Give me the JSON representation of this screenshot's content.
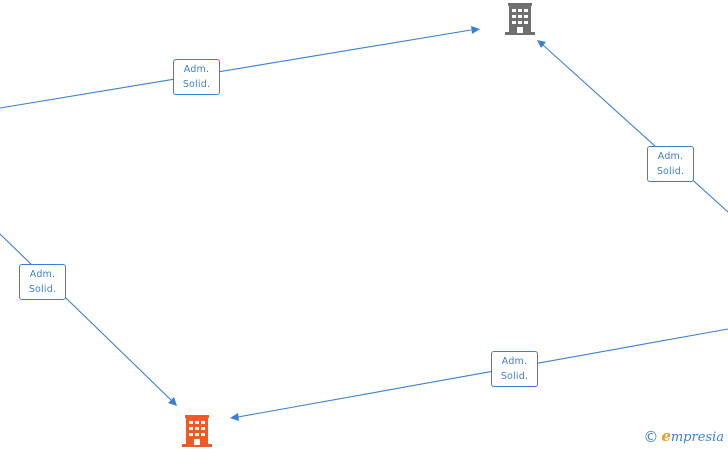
{
  "diagram": {
    "nodes": [
      {
        "id": "company-top",
        "icon": "building-icon",
        "color": "#6f6f6f"
      },
      {
        "id": "company-bottom",
        "icon": "building-icon",
        "color": "#f05a28"
      }
    ],
    "edges": [
      {
        "id": "edge-left-top",
        "label_line1": "Adm.",
        "label_line2": "Solid."
      },
      {
        "id": "edge-right-top",
        "label_line1": "Adm.",
        "label_line2": "Solid."
      },
      {
        "id": "edge-left-bottom",
        "label_line1": "Adm.",
        "label_line2": "Solid."
      },
      {
        "id": "edge-right-bottom",
        "label_line1": "Adm.",
        "label_line2": "Solid."
      }
    ],
    "edge_color": "#3a7fd5"
  },
  "watermark": {
    "copyright": "©",
    "brand_initial": "e",
    "brand_rest": "mpresia"
  }
}
